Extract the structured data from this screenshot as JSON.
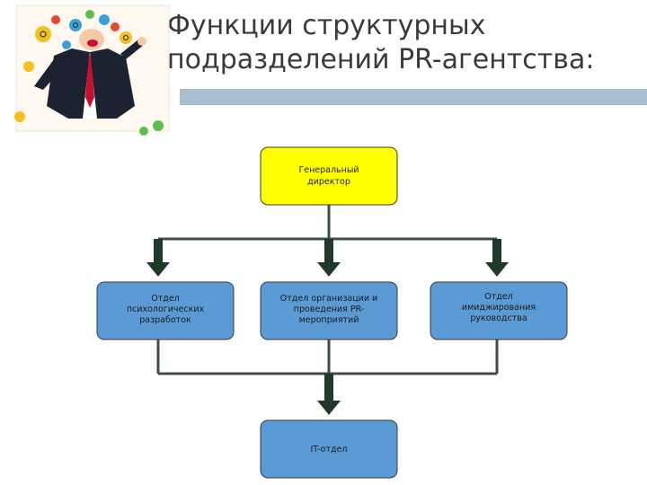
{
  "slide": {
    "title_line1": "Функции структурных",
    "title_line2": "подразделений PR-агентства:"
  },
  "illustration": {
    "icon": "businessman-with-gears-icon"
  },
  "diagram": {
    "colors": {
      "top_box": "#ffff00",
      "dept_box": "#5b9bd5",
      "arrow": "#1f3a2a",
      "line": "#3d4f46"
    },
    "top": {
      "line1": "Генеральный",
      "line2": "директор"
    },
    "departments": [
      {
        "line1": "Отдел",
        "line2": "психологических",
        "line3": "разработок"
      },
      {
        "line1": "Отдел организации и",
        "line2": "проведения PR-",
        "line3": "мероприятий"
      },
      {
        "line1": "Отдел",
        "line2": "имиджирования",
        "line3": "руководства"
      }
    ],
    "bottom": {
      "line1": "IT-отдел"
    }
  }
}
